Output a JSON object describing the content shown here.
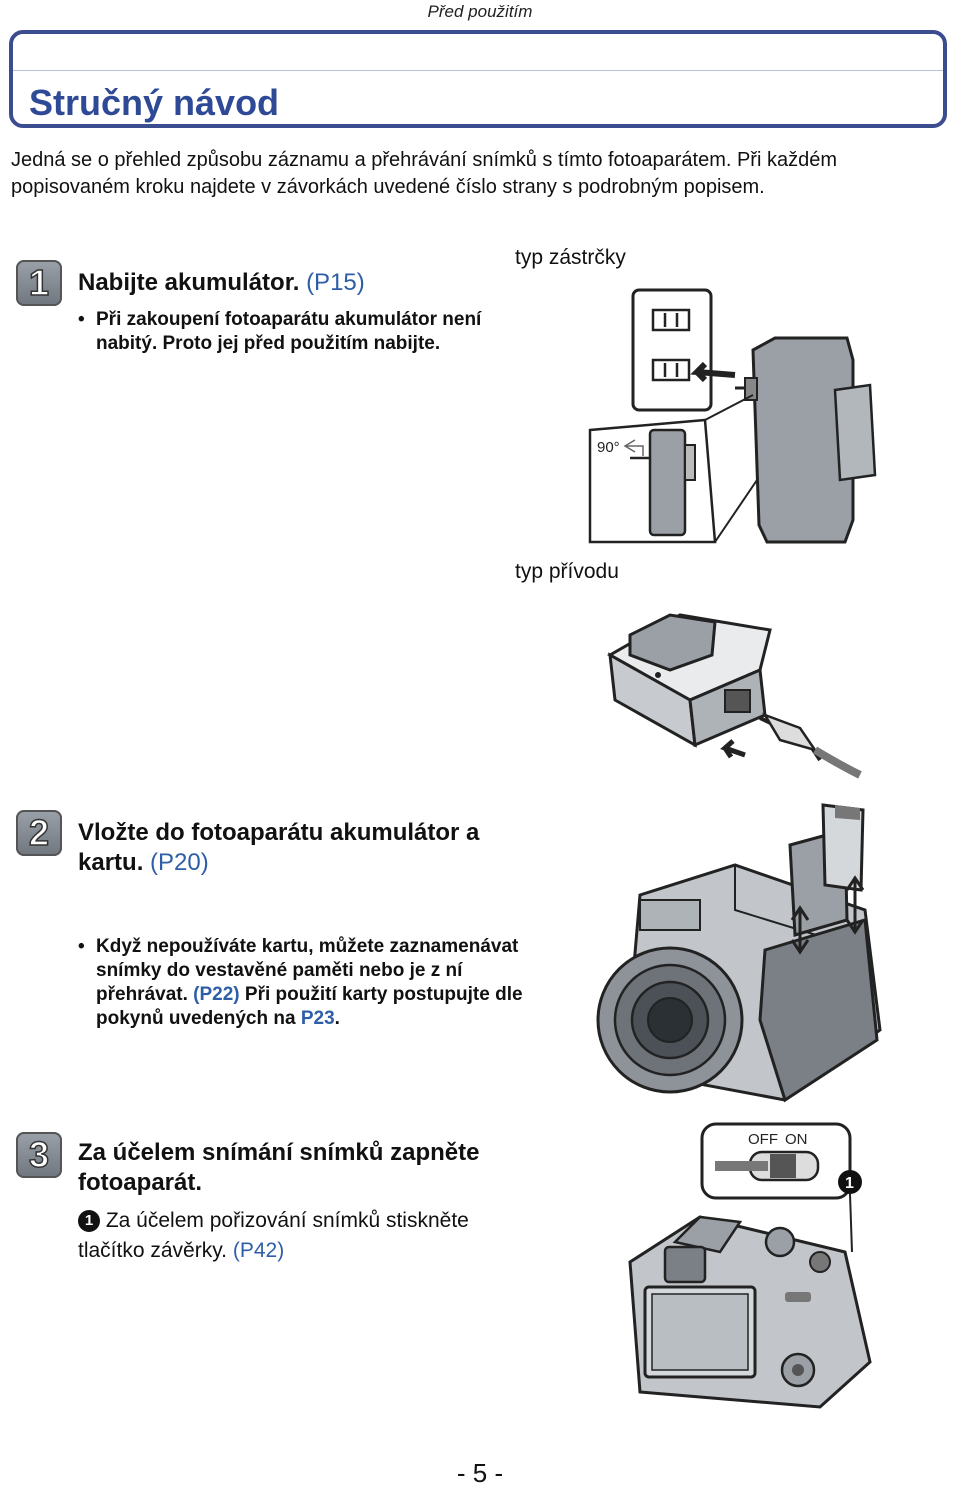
{
  "header": {
    "section": "Před použitím"
  },
  "title": "Stručný návod",
  "intro": "Jedná se o přehled způsobu záznamu a přehrávání snímků s tímto fotoaparátem. Při každém popisovaném kroku najdete v závorkách uvedené číslo strany s podrobným popisem.",
  "steps": [
    {
      "number": "1",
      "title": "Nabijte akumulátor.",
      "ref": "(P15)",
      "bullet": "Při zakoupení fotoaparátu akumulátor není nabitý. Proto jej před použitím nabijte."
    },
    {
      "number": "2",
      "title": "Vložte do fotoaparátu akumulátor a kartu.",
      "ref": "(P20)",
      "bullet_parts": {
        "a": "Když nepoužíváte kartu, můžete zaznamenávat snímky do vestavěné paměti nebo je z ní přehrávat.",
        "ref1": "(P22)",
        "b": "Při použití karty postupujte dle pokynů uvedených na",
        "ref2": "P23",
        "c": "."
      }
    },
    {
      "number": "3",
      "title": "Za účelem snímání snímků zapněte fotoaparát.",
      "callout": "1",
      "sub": "Za účelem pořizování snímků stiskněte tlačítko závěrky.",
      "ref": "(P42)"
    }
  ],
  "figures": {
    "plug_type": "typ zástrčky",
    "angle": "90°",
    "cord_type": "typ přívodu",
    "switch_off": "OFF",
    "switch_on": "ON",
    "callout": "1"
  },
  "page_number": "- 5 -",
  "colors": {
    "accent": "#2e4a96",
    "ref": "#2e5ea8"
  }
}
